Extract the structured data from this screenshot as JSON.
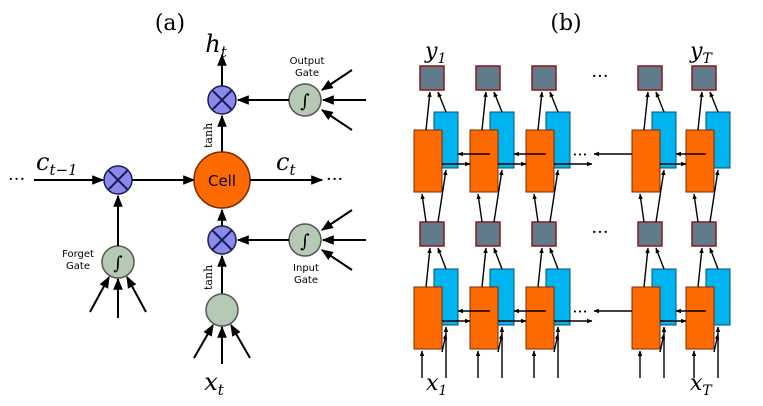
{
  "panel_a": {
    "label": "(a)",
    "h_label": "h",
    "h_sub": "t",
    "x_label": "x",
    "x_sub": "t",
    "c_prev_label": "c",
    "c_prev_sub": "t−1",
    "c_next_label": "c",
    "c_next_sub": "t",
    "ellipsis_left": "···",
    "ellipsis_right": "···",
    "cell_label": "Cell",
    "tanh_upper": "tanh",
    "tanh_lower": "tanh",
    "output_gate_line1": "Output",
    "output_gate_line2": "Gate",
    "forget_gate_line1": "Forget",
    "forget_gate_line2": "Gate",
    "input_gate_line1": "Input",
    "input_gate_line2": "Gate",
    "sigmoid_symbol": "∫",
    "multiply_symbol": "⊗"
  },
  "panel_b": {
    "label": "(b)",
    "y1_label": "y",
    "y1_sub": "1",
    "yT_label": "y",
    "yT_sub": "T",
    "x1_label": "x",
    "x1_sub": "1",
    "xT_label": "x",
    "xT_sub": "T",
    "ellipsis": "···"
  },
  "colors": {
    "cell_orange": "#ff6a00",
    "backward_cyan": "#00b4f0",
    "output_gray": "#607b8b",
    "output_border": "#8b1a1a",
    "multiply_blue": "#8a8aea",
    "gate_green": "#b5c9b5"
  }
}
